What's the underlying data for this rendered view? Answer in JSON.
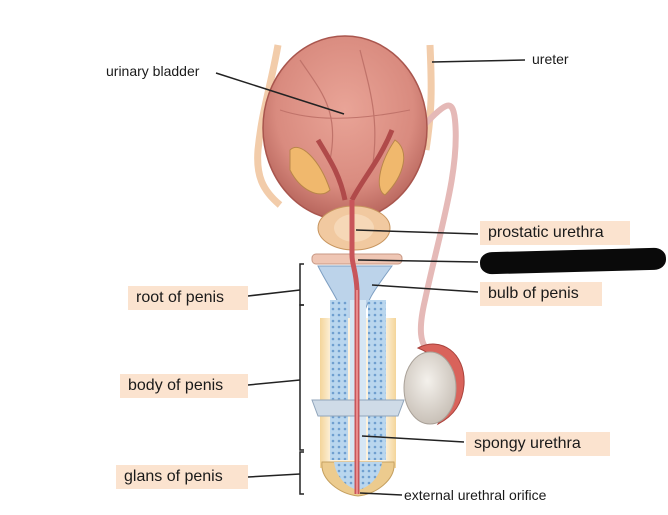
{
  "labels": {
    "urinary_bladder": "urinary bladder",
    "ureter": "ureter",
    "prostatic_urethra": "prostatic urethra",
    "bulb_of_penis": "bulb of penis",
    "root_of_penis": "root of penis",
    "body_of_penis": "body of penis",
    "spongy_urethra": "spongy urethra",
    "glans_of_penis": "glans of penis",
    "external_urethral_orifice": "external urethral orifice"
  },
  "colors": {
    "label_box": "#fbe3cf",
    "bladder": "#d98b7f",
    "tissue_blue": "#a9c9e6",
    "urethra": "#c8555a",
    "prostate": "#f1c9a0",
    "testis": "#e4ded6",
    "redaction": "#0a0a0a"
  }
}
